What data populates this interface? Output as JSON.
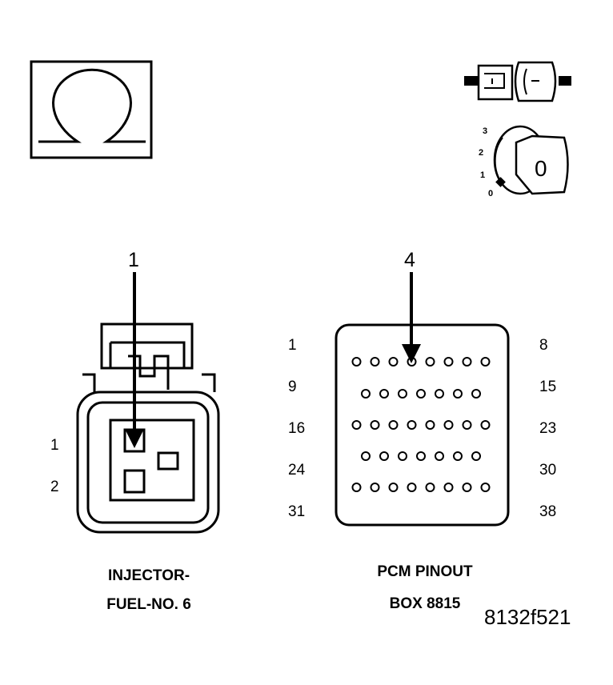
{
  "ohm_symbol": "Ω",
  "ignition": {
    "positions": [
      "3",
      "2",
      "1",
      "0"
    ],
    "key_position": "0"
  },
  "injector": {
    "callout": "1",
    "pin_labels": [
      "1",
      "2"
    ],
    "caption_line1": "INJECTOR-",
    "caption_line2": "FUEL-NO. 6"
  },
  "pcm": {
    "callout": "4",
    "left_labels": [
      "1",
      "9",
      "16",
      "24",
      "31"
    ],
    "right_labels": [
      "8",
      "15",
      "23",
      "30",
      "38"
    ],
    "caption_line1": "PCM PINOUT",
    "caption_line2": "BOX 8815",
    "row_pin_counts": [
      8,
      7,
      8,
      7,
      8
    ],
    "highlighted_pin": 4
  },
  "figure_id": "8132f521",
  "colors": {
    "line": "#000000",
    "background": "#ffffff"
  }
}
